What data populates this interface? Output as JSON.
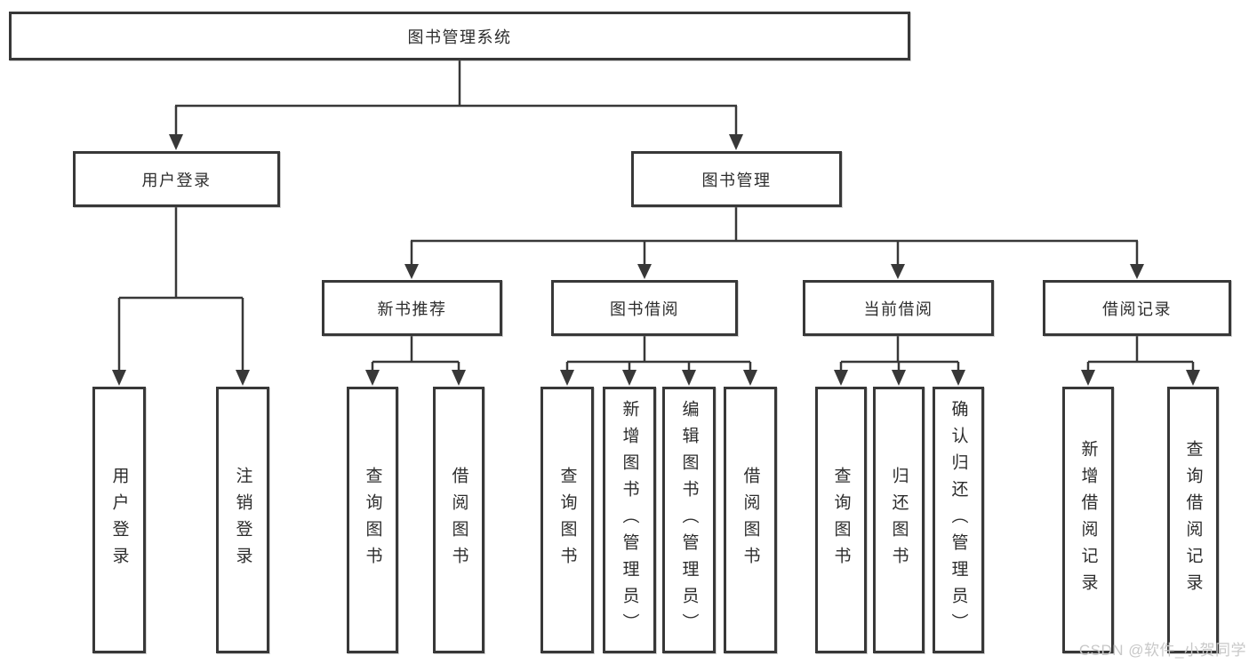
{
  "colors": {
    "line": "#383838",
    "box_border": "#383838",
    "text": "#2d2d2d",
    "watermark": "#c8c8c8",
    "background": "#ffffff"
  },
  "diagram": {
    "root": {
      "label": "图书管理系统"
    },
    "level2": {
      "user_login": {
        "label": "用户登录"
      },
      "book_mgmt": {
        "label": "图书管理"
      }
    },
    "level3": {
      "new_books": {
        "label": "新书推荐"
      },
      "book_borrow": {
        "label": "图书借阅"
      },
      "current_borrow": {
        "label": "当前借阅"
      },
      "borrow_records": {
        "label": "借阅记录"
      }
    },
    "leaves": {
      "user_login": [
        "用户登录",
        "注销登录"
      ],
      "new_books": [
        "查询图书",
        "借阅图书"
      ],
      "book_borrow": [
        "查询图书",
        "新增图书（管理员）",
        "编辑图书（管理员）",
        "借阅图书"
      ],
      "current_borrow": [
        "查询图书",
        "归还图书",
        "确认归还（管理员）"
      ],
      "borrow_records": [
        "新增借阅记录",
        "查询借阅记录"
      ]
    }
  },
  "watermark": {
    "text": "CSDN @软件_小贺同学"
  }
}
